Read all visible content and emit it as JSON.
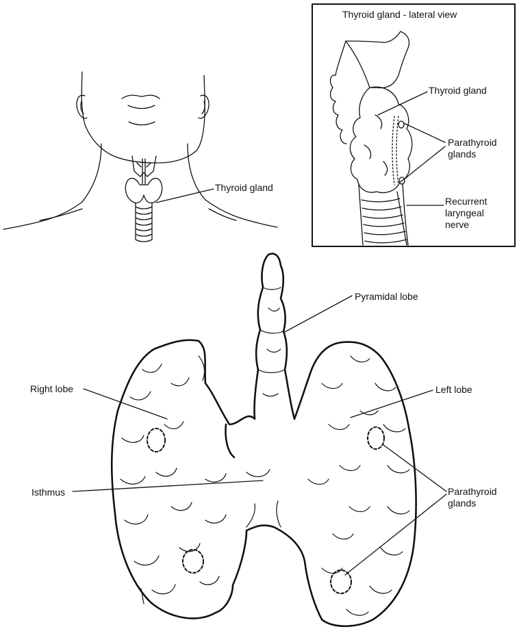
{
  "inset": {
    "title": "Thyroid gland - lateral view",
    "labels": {
      "thyroid_gland": "Thyroid gland",
      "parathyroid_glands": "Parathyroid\nglands",
      "recurrent_laryngeal_nerve": "Recurrent\nlaryngeal\nnerve"
    }
  },
  "neck_view": {
    "labels": {
      "thyroid_gland": "Thyroid gland"
    }
  },
  "anterior_view": {
    "labels": {
      "pyramidal_lobe": "Pyramidal lobe",
      "right_lobe": "Right lobe",
      "left_lobe": "Left lobe",
      "isthmus": "Isthmus",
      "parathyroid_glands": "Parathyroid\nglands"
    }
  },
  "colors": {
    "ink": "#111111",
    "background": "#ffffff"
  }
}
